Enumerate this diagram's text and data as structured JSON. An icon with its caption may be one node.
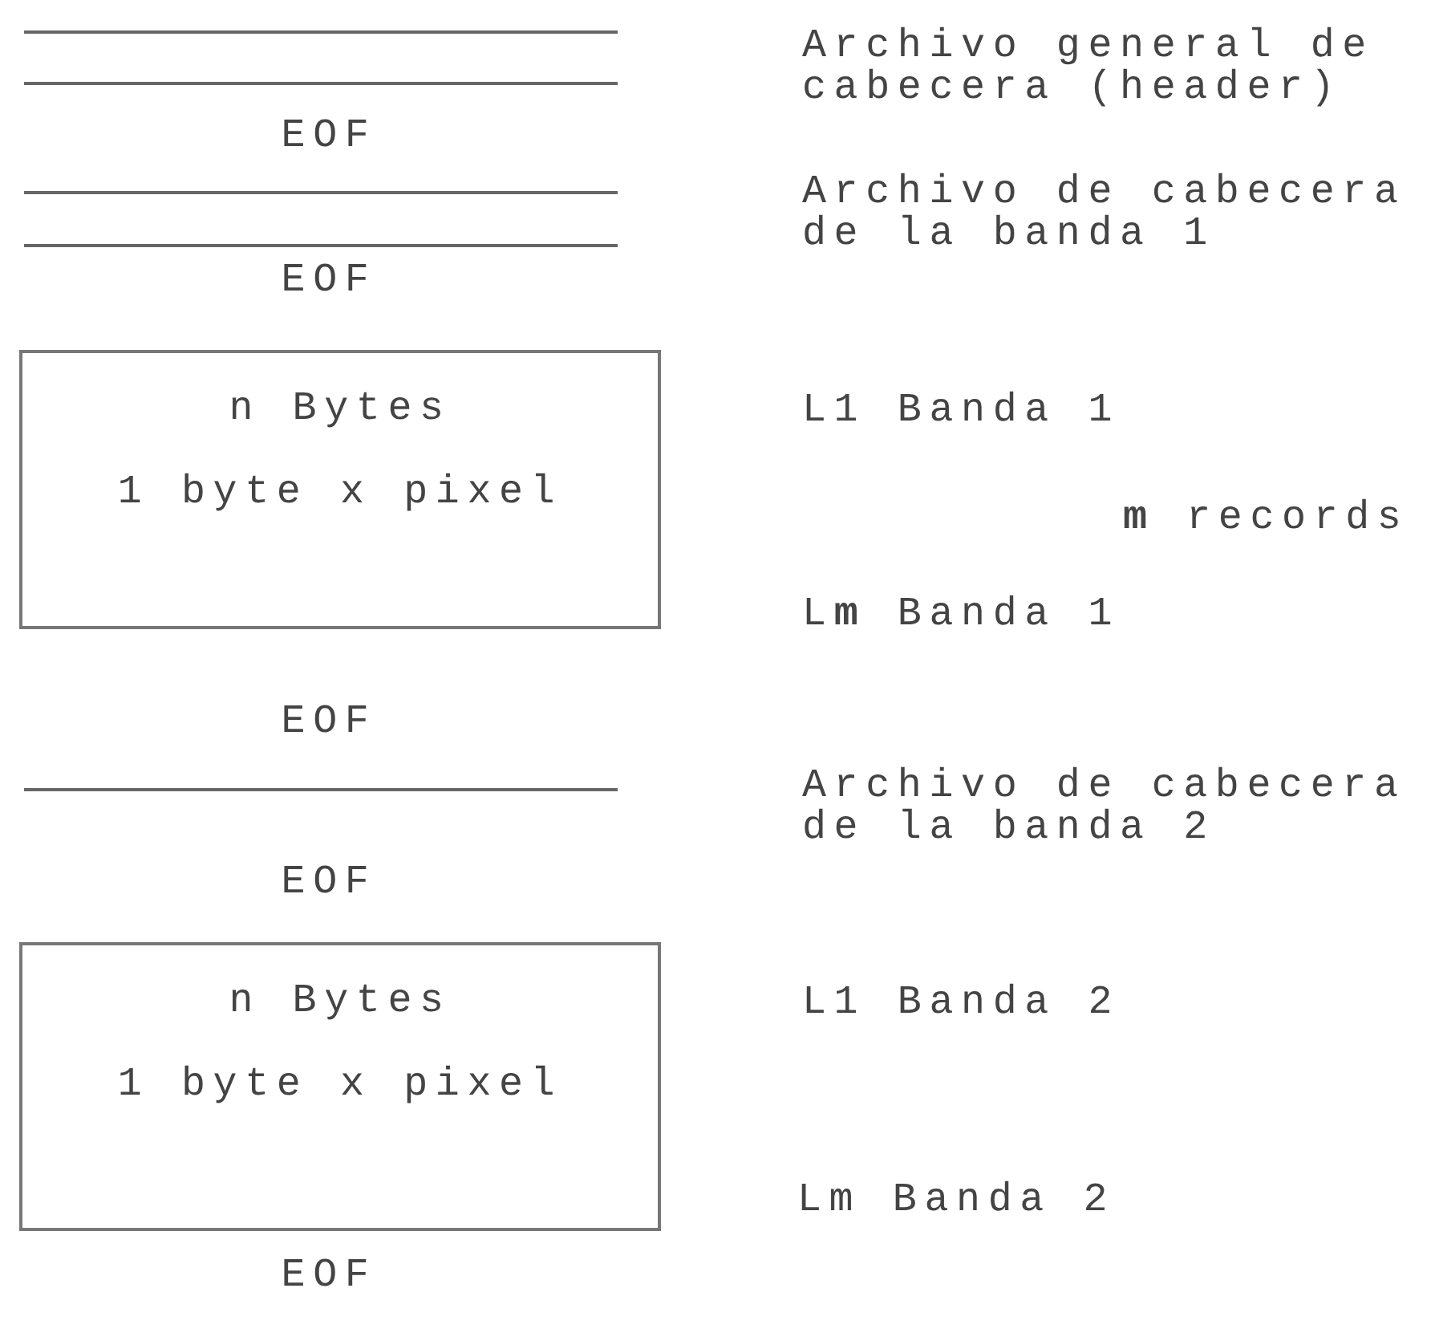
{
  "diagram": {
    "nodes": [
      {
        "text": [
          "n Bytes",
          "1 byte x pixel"
        ]
      },
      {
        "text": [
          "n Bytes",
          "1 byte x pixel"
        ]
      }
    ],
    "edges": [],
    "labels": [
      "Archivo general de cabecera (header)",
      "EOF",
      "Archivo de cabecera de la banda 1",
      "EOF",
      "L1 Banda 1",
      "**m** records",
      "L**m** Banda 1",
      "EOF",
      "Archivo de cabecera de la banda 2",
      "EOF",
      "L1 Banda 2",
      "Lm Banda 2",
      "EOF"
    ]
  }
}
